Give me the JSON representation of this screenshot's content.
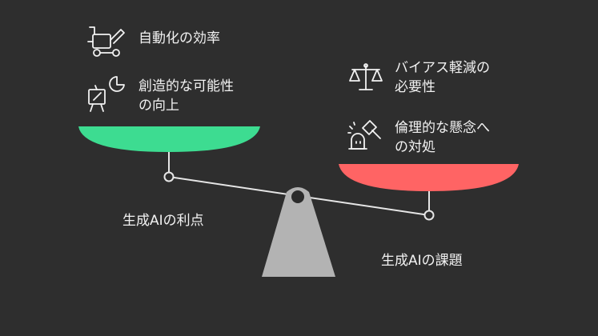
{
  "left": {
    "title": "生成AIの利点",
    "items": [
      {
        "icon": "machine-automation-icon",
        "text": "自動化の効率"
      },
      {
        "icon": "creative-easel-icon",
        "lines": [
          "創造的な可能性",
          "の向上"
        ]
      }
    ],
    "pan_color": "#3ddc91"
  },
  "right": {
    "title": "生成AIの課題",
    "items": [
      {
        "icon": "balance-scale-icon",
        "lines": [
          "バイアス軽減の",
          "必要性"
        ]
      },
      {
        "icon": "gavel-icon",
        "lines": [
          "倫理的な懸念へ",
          "の対処"
        ]
      }
    ],
    "pan_color": "#ff6464"
  },
  "colors": {
    "background": "#2e2e2e",
    "fulcrum": "#b3b3b3",
    "beam": "#e6e6e6",
    "text": "#f2f2f2"
  }
}
